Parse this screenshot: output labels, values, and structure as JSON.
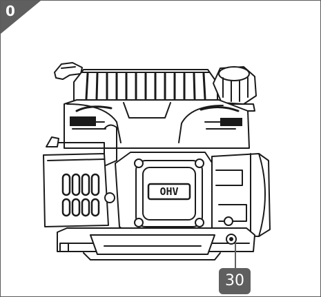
{
  "figure": {
    "step_number": "0",
    "callout_label": "30",
    "engine_badge": "OHV",
    "colors": {
      "badge_fill": "#5f5f5f",
      "line_color": "#1a1a1a",
      "frame_border": "#5a5a5a"
    }
  }
}
